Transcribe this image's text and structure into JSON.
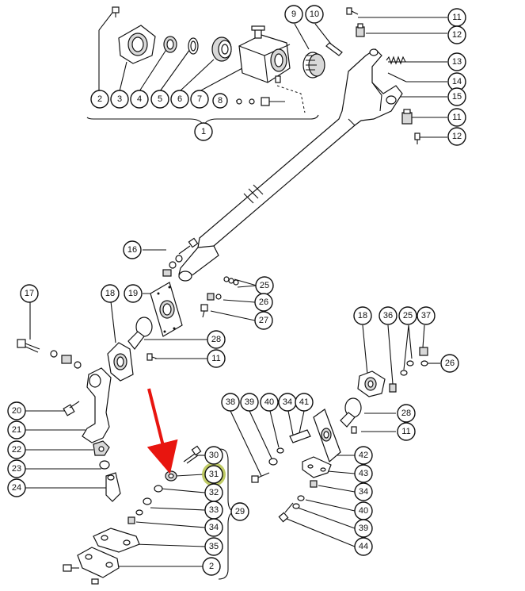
{
  "diagram": {
    "callouts": [
      "1",
      "2",
      "3",
      "4",
      "5",
      "6",
      "7",
      "8",
      "9",
      "10",
      "11",
      "12",
      "11",
      "12",
      "13",
      "14",
      "15",
      "16",
      "17",
      "18",
      "19",
      "25",
      "26",
      "27",
      "28",
      "11",
      "20",
      "21",
      "22",
      "23",
      "24",
      "30",
      "31",
      "32",
      "33",
      "34",
      "35",
      "2",
      "29",
      "38",
      "39",
      "40",
      "34",
      "41",
      "42",
      "43",
      "34",
      "40",
      "39",
      "44",
      "18",
      "36",
      "25",
      "37",
      "26",
      "28",
      "11"
    ],
    "highlight_color": "#b5c24a",
    "arrow_color": "#e8150f"
  }
}
